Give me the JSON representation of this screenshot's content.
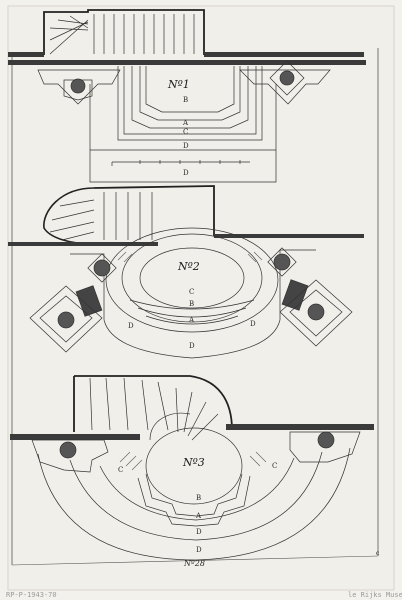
{
  "figures": {
    "fig1": {
      "title": "Nº1",
      "labels": [
        "B",
        "A",
        "C",
        "D",
        "D"
      ]
    },
    "fig2": {
      "title": "Nº2",
      "labels": [
        "C",
        "B",
        "A",
        "D",
        "D",
        "D"
      ]
    },
    "fig3": {
      "title": "Nº3",
      "labels": [
        "C",
        "C",
        "B",
        "A",
        "D",
        "D"
      ]
    }
  },
  "plate_number": "Nº28",
  "corner_mark": "c",
  "inventory_number": "RP-P-1943-70",
  "collection_mark": "le Rijks Museum"
}
